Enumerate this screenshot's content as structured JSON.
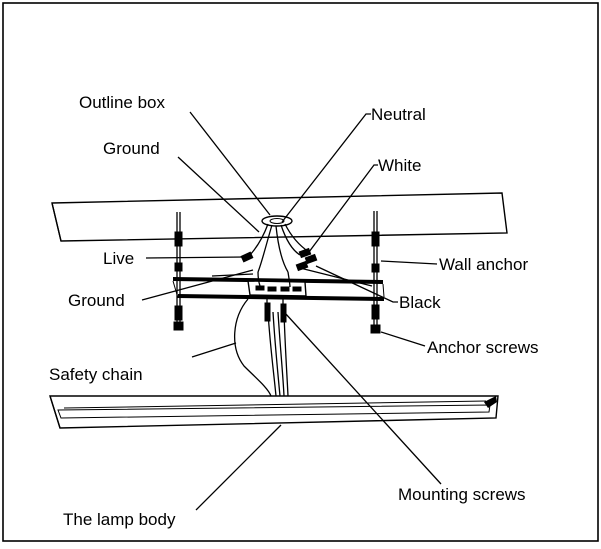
{
  "labels": {
    "outline_box": "Outline box",
    "ground_top": "Ground",
    "neutral": "Neutral",
    "white": "White",
    "live": "Live",
    "wall_anchor": "Wall anchor",
    "ground_bottom": "Ground",
    "black": "Black",
    "anchor_screws": "Anchor screws",
    "safety_chain": "Safety chain",
    "mounting_screws": "Mounting screws",
    "lamp_body": "The lamp body"
  }
}
